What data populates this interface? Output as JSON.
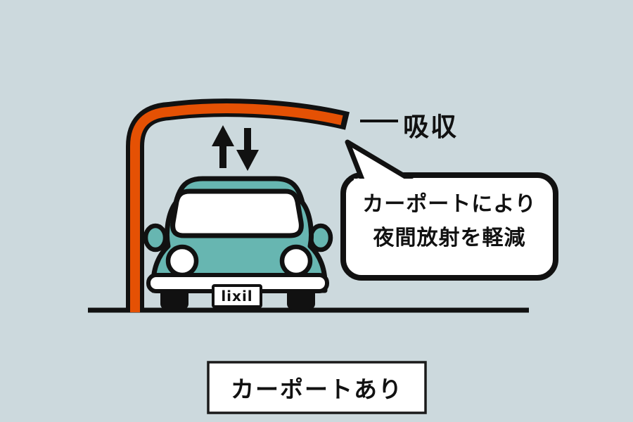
{
  "scene": {
    "description": "Illustration of a car parked under a carport, showing heat absorption by the roof",
    "background_color": "#ccd9dd",
    "carport_color": "#e55104",
    "car_color": "#67b6b1",
    "outline_color": "#111111"
  },
  "labels": {
    "absorption": "吸収",
    "license_plate": "lixil",
    "caption": "カーポートあり"
  },
  "speech_bubble": {
    "line1": "カーポートにより",
    "line2": "夜間放射を軽減"
  }
}
